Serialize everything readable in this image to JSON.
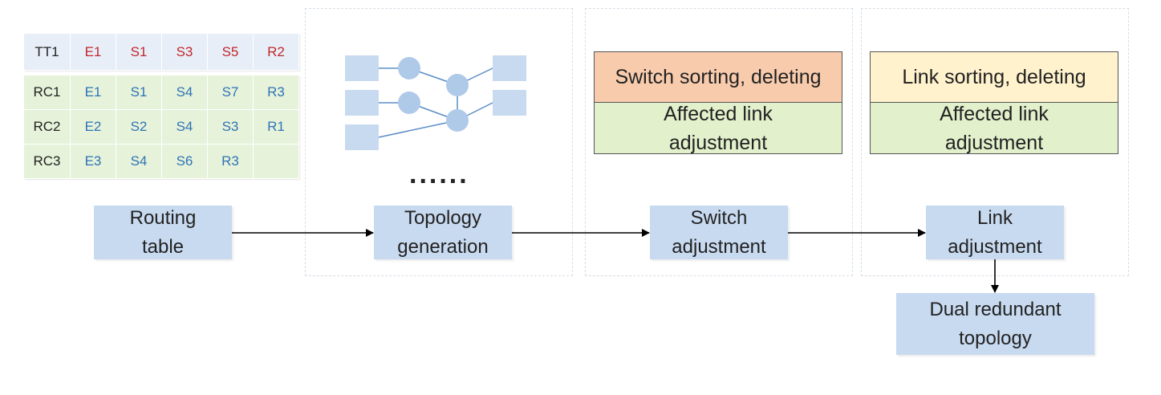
{
  "routing_table": {
    "rows": [
      {
        "cells": [
          "TT1",
          "E1",
          "S1",
          "S3",
          "S5",
          "R2"
        ],
        "kind": "tt"
      },
      {
        "cells": [
          "RC1",
          "E1",
          "S1",
          "S4",
          "S7",
          "R3"
        ],
        "kind": "rc"
      },
      {
        "cells": [
          "RC2",
          "E2",
          "S2",
          "S4",
          "S3",
          "R1"
        ],
        "kind": "rc"
      },
      {
        "cells": [
          "RC3",
          "E3",
          "S4",
          "S6",
          "R3",
          ""
        ],
        "kind": "rc"
      }
    ]
  },
  "steps": {
    "routing_table": [
      "Routing",
      "table"
    ],
    "topology_generation": [
      "Topology",
      "generation"
    ],
    "switch_adjustment": [
      "Switch",
      "adjustment"
    ],
    "link_adjustment": [
      "Link",
      "adjustment"
    ],
    "dual_redundant": [
      "Dual redundant",
      "topology"
    ]
  },
  "switch_panel": {
    "sorting": "Switch sorting, deleting",
    "affected": [
      "Affected link",
      "adjustment"
    ]
  },
  "link_panel": {
    "sorting": "Link sorting, deleting",
    "affected": [
      "Affected link",
      "adjustment"
    ]
  },
  "ellipsis": "......",
  "colors": {
    "step_fill": "#c8daf0",
    "switch_sort_fill": "#f8cbad",
    "link_sort_fill": "#fff2cc",
    "affected_fill": "#e2f0cb",
    "tt_text": "#c0272d",
    "rc_text": "#2e74b5"
  }
}
